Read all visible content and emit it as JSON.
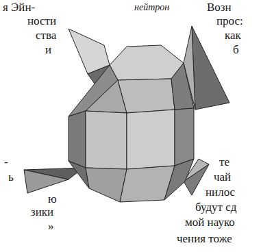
{
  "diagram": {
    "labels": [
      "я Эйн-",
      "нейтрон",
      "Возн",
      "ности",
      "прос:",
      "ства",
      "как",
      "и",
      "б",
      "-",
      "те",
      "ь",
      "чай",
      "ю",
      "нилос",
      "зики",
      "будут сд",
      "»",
      "мой науко",
      "чения тоже"
    ]
  }
}
